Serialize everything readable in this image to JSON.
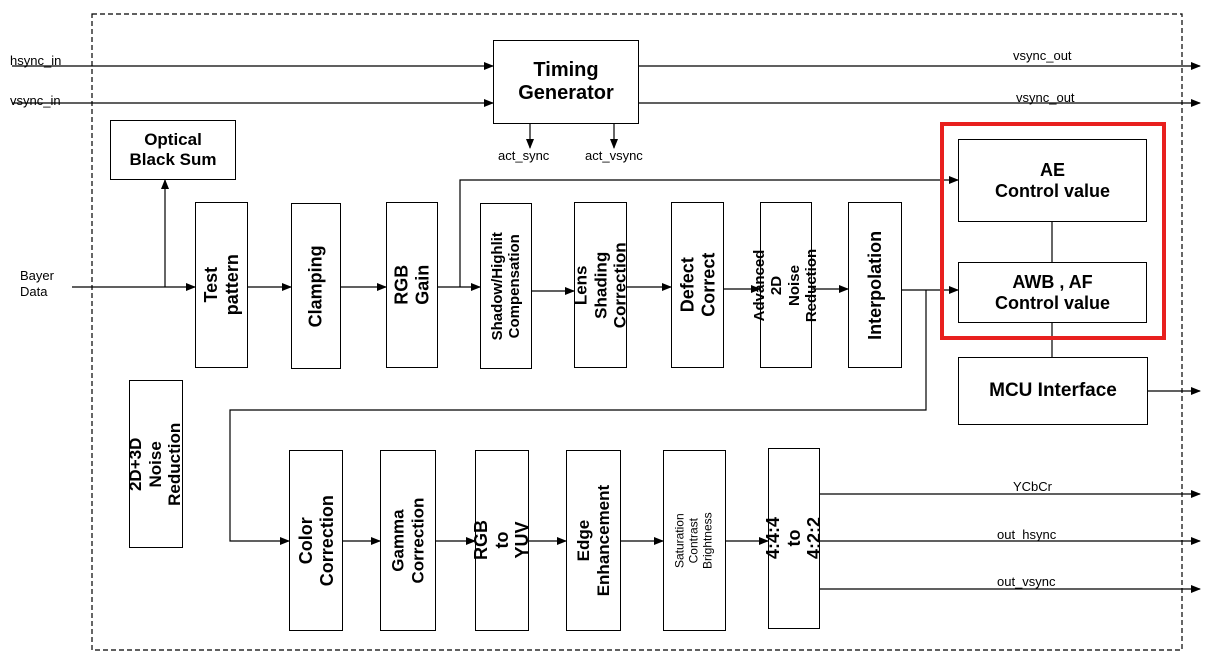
{
  "inputs": {
    "hsync_in": "hsync_in",
    "vsync_in": "vsync_in",
    "bayer_data": "Bayer\nData"
  },
  "blocks": {
    "timing_generator": "Timing\nGenerator",
    "optical_black_sum": "Optical\nBlack Sum",
    "test_pattern": "Test  pattern",
    "clamping": "Clamping",
    "rgb_gain": "RGB Gain",
    "shadow_highlight": "Shadow/Highlit\nCompensation",
    "lens_shading": "Lens Shading\nCorrection",
    "defect_correct": "Defect Correct",
    "advanced_2d_nr": "Advanced 2D\nNoise Reduction",
    "interpolation": "Interpolation",
    "ae_control": "AE\nControl value",
    "awb_af_control": "AWB , AF\nControl value",
    "mcu_interface": "MCU Interface",
    "noise_reduction_3d": "2D+3D\nNoise Reduction",
    "color_correction": "Color Correction",
    "gamma_correction": "Gamma\nCorrection",
    "rgb_to_yuv": "RGB to YUV",
    "edge_enhancement": "Edge\nEnhancement",
    "saturation": "Saturation\nContrast\nBrightness",
    "format_convert": "4:4:4 to 4:2:2"
  },
  "signals": {
    "vsync_out_1": "vsync_out",
    "vsync_out_2": "vsync_out",
    "act_sync": "act_sync",
    "act_vsync": "act_vsync",
    "ycbcr": "YCbCr",
    "out_hsync": "out_hsync",
    "out_vsync": "out_vsync"
  },
  "colors": {
    "highlight": "#e8201e",
    "line": "#000000"
  }
}
